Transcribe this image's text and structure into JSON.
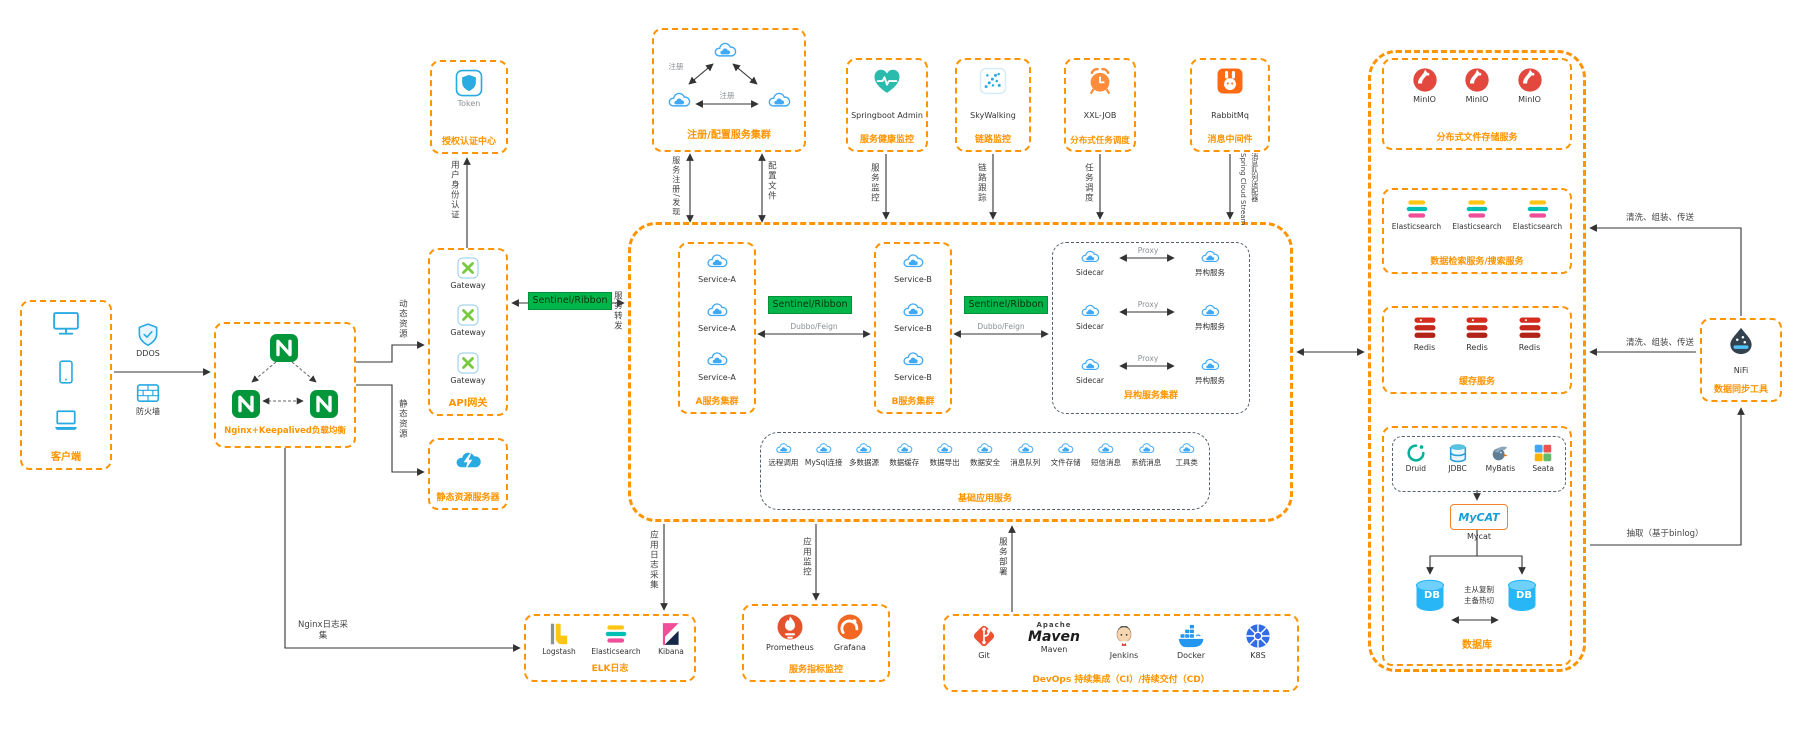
{
  "clients": {
    "label": "客户端"
  },
  "edge_nodes": {
    "ddos": "DDOS",
    "firewall": "防火墙"
  },
  "nginx": {
    "label": "Nginx+Keepalived负载均衡"
  },
  "auth": {
    "token": "Token",
    "label": "授权认证中心"
  },
  "gateway": {
    "item": "Gateway",
    "label": "API网关"
  },
  "static_server": {
    "label": "静态资源服务器"
  },
  "registry": {
    "label": "注册/配置服务集群",
    "register": "注册"
  },
  "admin": {
    "name": "Springboot Admin",
    "label": "服务健康监控"
  },
  "skywalking": {
    "name": "SkyWalking",
    "label": "链路监控"
  },
  "xxljob": {
    "name": "XXL-JOB",
    "label": "分布式任务调度"
  },
  "rabbitmq": {
    "name": "RabbitMq",
    "label": "消息中间件"
  },
  "sentinel_ribbon": "Sentinel/Ribbon",
  "dubbo_feign": "Dubbo/Feign",
  "cluster_a": {
    "service": "Service-A",
    "label": "A服务集群"
  },
  "cluster_b": {
    "service": "Service-B",
    "label": "B服务集群"
  },
  "hetero": {
    "sidecar": "Sidecar",
    "proxy": "Proxy",
    "service": "异构服务",
    "label": "异构服务集群"
  },
  "base": {
    "label": "基础应用服务",
    "items": [
      "远程调用",
      "MySql连接",
      "多数据源",
      "数据缓存",
      "数据导出",
      "数据安全",
      "消息队列",
      "文件存储",
      "短信消息",
      "系统消息",
      "工具类"
    ]
  },
  "elk": {
    "label": "ELK日志",
    "items": [
      "Logstash",
      "Elasticsearch",
      "Kibana"
    ]
  },
  "metrics": {
    "label": "服务指标监控",
    "items": [
      "Prometheus",
      "Grafana"
    ]
  },
  "devops": {
    "label": "DevOps 持续集成（CI）/持续交付（CD）",
    "maven_brand": "Apache",
    "maven_name": "Maven",
    "items": [
      "Git",
      "Maven",
      "Jenkins",
      "Docker",
      "K8S"
    ]
  },
  "storage": {
    "label": "分布式文件存储服务",
    "item": "MinIO"
  },
  "search": {
    "label": "数据检索服务/搜索服务",
    "item": "Elasticsearch"
  },
  "cache": {
    "label": "缓存服务",
    "item": "Redis"
  },
  "db": {
    "label": "数据库",
    "middleware": [
      "Druid",
      "JDBC",
      "MyBatis",
      "Seata"
    ],
    "mycat_logo": "MyCAT",
    "mycat": "Mycat",
    "db_text": "DB",
    "replication": "主从复制\n主备热切"
  },
  "nifi": {
    "name": "NiFi",
    "label": "数据同步工具"
  },
  "edges": {
    "user_auth": "用户身份认证",
    "dynamic_res": "动态资源",
    "static_res": "静态资源",
    "reg_discovery": "服务注册/发现",
    "config_file": "配置文件",
    "svc_monitor": "服务监控",
    "trace": "链路跟踪",
    "schedule": "任务调度",
    "stream1": "Spring Cloud Stream",
    "stream2": "消息队列适配器",
    "forward": "服务转发",
    "log_collect": "应用日志采集",
    "app_monitor": "应用监控",
    "deploy": "服务部署",
    "nginx_log": "Nginx日志采集",
    "etl_a": "清洗、组装、传送",
    "etl_b": "清洗、组装、传送",
    "binlog": "抽取（基于binlog）"
  }
}
